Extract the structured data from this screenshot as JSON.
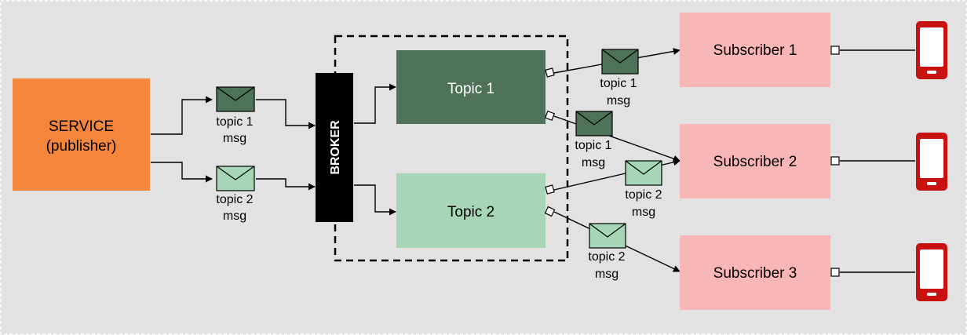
{
  "service": {
    "line1": "SERVICE",
    "line2": "(publisher)"
  },
  "broker": {
    "label": "BROKER"
  },
  "topics": [
    {
      "label": "Topic 1"
    },
    {
      "label": "Topic 2"
    }
  ],
  "subscribers": [
    {
      "label": "Subscriber 1"
    },
    {
      "label": "Subscriber 2"
    },
    {
      "label": "Subscriber 3"
    }
  ],
  "messages": {
    "topic1": {
      "line1": "topic 1",
      "line2": "msg"
    },
    "topic2": {
      "line1": "topic 2",
      "line2": "msg"
    }
  },
  "colors": {
    "background": "#e2e2e2",
    "service": "#f5873d",
    "broker": "#000000",
    "topic1": "#4d7257",
    "topic2": "#a6d6b6",
    "subscriber": "#f8b6b7",
    "phone": "#c8120f",
    "envelope_topic1": "#4d7257",
    "envelope_topic2": "#a6d6b6"
  },
  "icons": {
    "envelope": "envelope-icon",
    "phone": "phone-icon"
  }
}
